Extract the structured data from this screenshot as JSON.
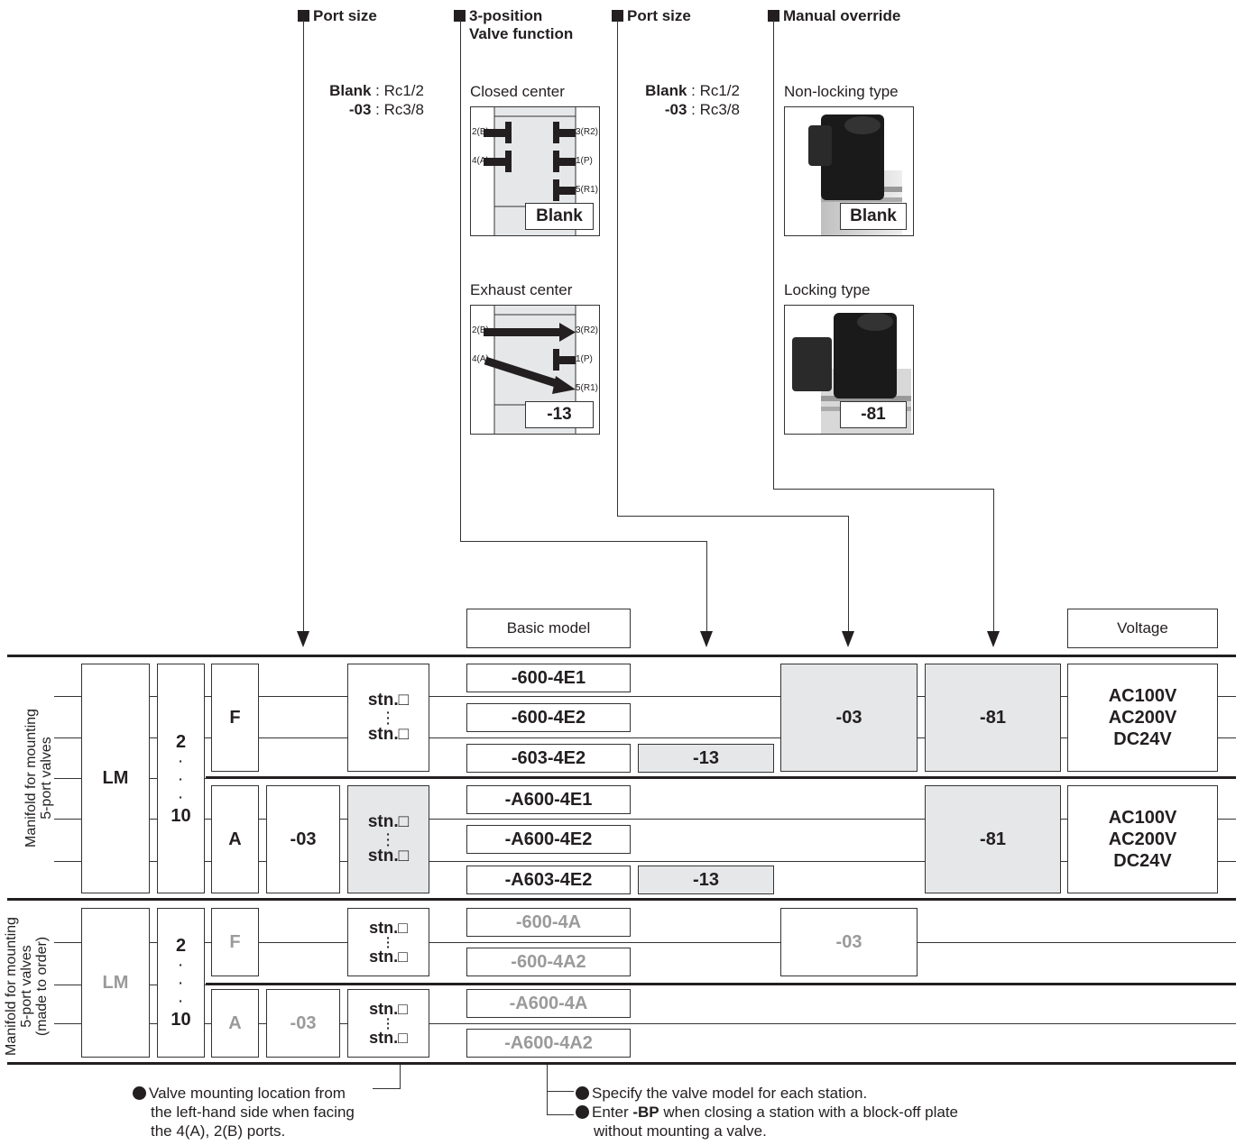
{
  "headers": {
    "port_size_1": "Port size",
    "valve_function_1": "3-position",
    "valve_function_2": "Valve function",
    "port_size_2": "Port size",
    "manual_override": "Manual override"
  },
  "port_size": {
    "blank_label": "Blank",
    "blank_value": " : Rc1/2",
    "option_label": "-03",
    "option_value": " : Rc3/8"
  },
  "valve_function": {
    "closed_title": "Closed center",
    "closed_code": "Blank",
    "exhaust_title": "Exhaust center",
    "exhaust_code": "-13",
    "port_2b": "2(B)",
    "port_4a": "4(A)",
    "port_3r2": "3(R2)",
    "port_1p": "1(P)",
    "port_5r1": "5(R1)"
  },
  "manual_override": {
    "nonlocking_title": "Non-locking type",
    "nonlocking_code": "Blank",
    "locking_title": "Locking type",
    "locking_code": "-81"
  },
  "labels": {
    "basic_model": "Basic model",
    "voltage": "Voltage"
  },
  "section1": {
    "side_label_1": "Manifold for mounting",
    "side_label_2": "5-port valves",
    "lm": "LM",
    "stations_min": "2",
    "stations_max": "10",
    "group_f": {
      "type": "F",
      "stn_top": "stn.□",
      "stn_bottom": "stn.□",
      "models": [
        "-600-4E1",
        "-600-4E2",
        "-603-4E2"
      ],
      "center_code": "-13",
      "port_code": "-03",
      "override_code": "-81",
      "voltages": [
        "AC100V",
        "AC200V",
        "DC24V"
      ]
    },
    "group_a": {
      "type": "A",
      "port_code": "-03",
      "stn_top": "stn.□",
      "stn_bottom": "stn.□",
      "models": [
        "-A600-4E1",
        "-A600-4E2",
        "-A603-4E2"
      ],
      "center_code": "-13",
      "override_code": "-81",
      "voltages": [
        "AC100V",
        "AC200V",
        "DC24V"
      ]
    }
  },
  "section2": {
    "side_label_1": "Manifold for mounting",
    "side_label_2": "5-port valves",
    "side_label_3": "(made to order)",
    "lm": "LM",
    "stations_min": "2",
    "stations_max": "10",
    "group_f": {
      "type": "F",
      "stn_top": "stn.□",
      "stn_bottom": "stn.□",
      "models": [
        "-600-4A",
        "-600-4A2"
      ],
      "port_code": "-03"
    },
    "group_a": {
      "type": "A",
      "port_code": "-03",
      "stn_top": "stn.□",
      "stn_bottom": "stn.□",
      "models": [
        "-A600-4A",
        "-A600-4A2"
      ]
    }
  },
  "notes": {
    "stn_note_1": "Valve mounting location from",
    "stn_note_2": "the left-hand side when facing",
    "stn_note_3": "the 4(A), 2(B) ports.",
    "model_note_1": "Specify the valve model for each station.",
    "model_note_2a": "Enter ",
    "model_note_2b": "-BP",
    "model_note_2c": " when closing a station with a block-off plate",
    "model_note_3": "without mounting a valve."
  }
}
